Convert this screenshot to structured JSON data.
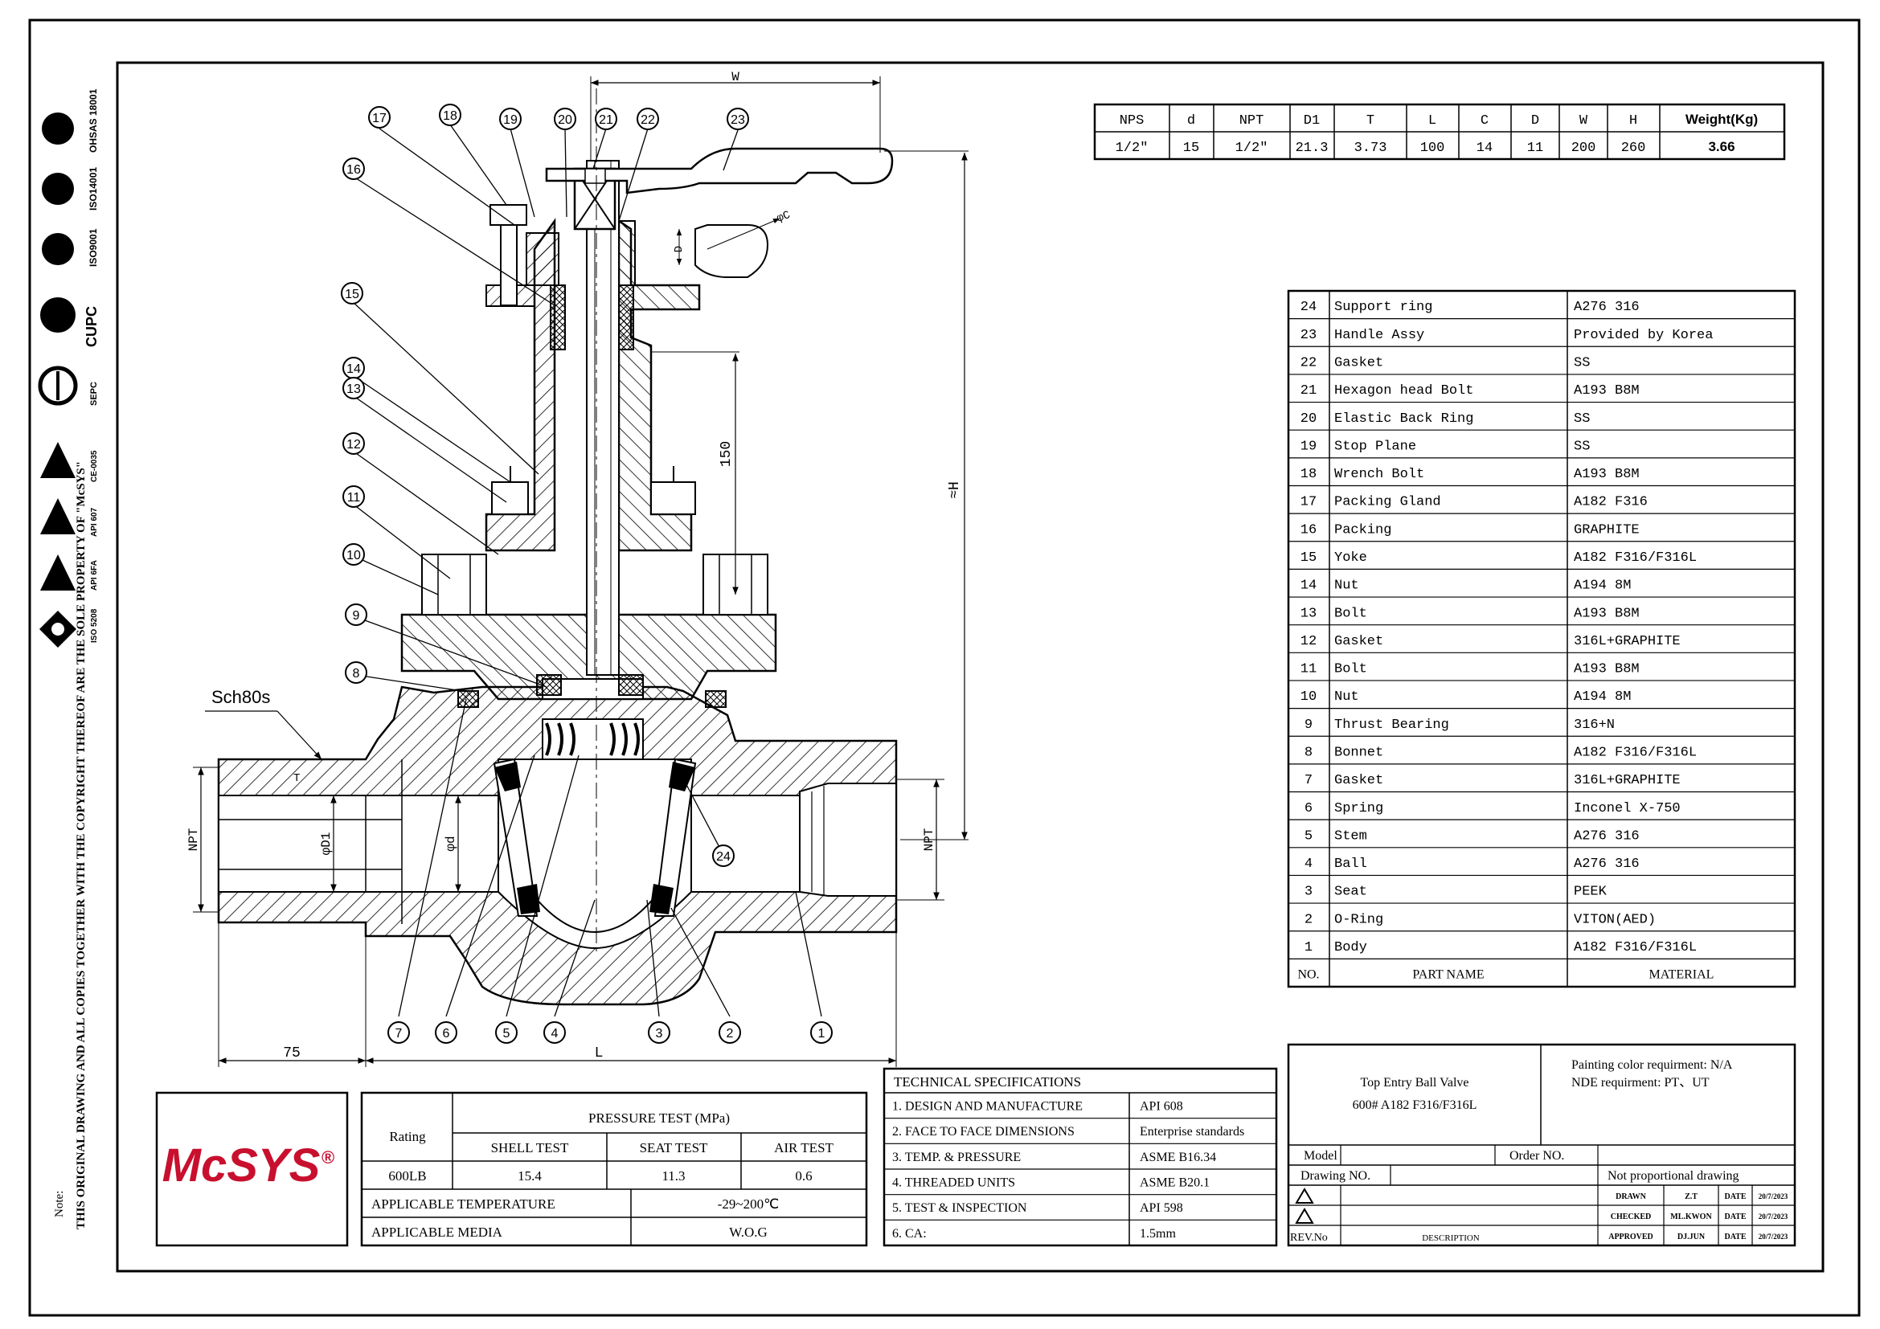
{
  "side_note": {
    "label": "Note:",
    "text": "THIS ORIGINAL DRAWING AND ALL COPIES TOGETHER WITH THE COPYRIGHT THEREOF ARE THE SOLE PROPERTY OF \"McSYS\""
  },
  "certifications": [
    "OHSAS 18001",
    "ISO14001",
    "ISO9001",
    "CUPC",
    "SEPC",
    "CE-0035",
    "API 607",
    "API 6FA",
    "ISO 5208"
  ],
  "dimensions_table": {
    "headers": [
      "NPS",
      "d",
      "NPT",
      "D1",
      "T",
      "L",
      "C",
      "D",
      "W",
      "H",
      "Weight(Kg)"
    ],
    "values": [
      "1/2\"",
      "15",
      "1/2\"",
      "21.3",
      "3.73",
      "100",
      "14",
      "11",
      "200",
      "260",
      "3.66"
    ]
  },
  "parts_table": {
    "rows": [
      {
        "no": "24",
        "name": "Support ring",
        "material": "A276 316"
      },
      {
        "no": "23",
        "name": "Handle Assy",
        "material": "Provided by Korea"
      },
      {
        "no": "22",
        "name": "Gasket",
        "material": "SS"
      },
      {
        "no": "21",
        "name": "Hexagon head Bolt",
        "material": "A193 B8M"
      },
      {
        "no": "20",
        "name": "Elastic Back Ring",
        "material": "SS"
      },
      {
        "no": "19",
        "name": "Stop Plane",
        "material": "SS"
      },
      {
        "no": "18",
        "name": "Wrench Bolt",
        "material": "A193 B8M"
      },
      {
        "no": "17",
        "name": "Packing Gland",
        "material": "A182 F316"
      },
      {
        "no": "16",
        "name": "Packing",
        "material": "GRAPHITE"
      },
      {
        "no": "15",
        "name": "Yoke",
        "material": "A182 F316/F316L"
      },
      {
        "no": "14",
        "name": "Nut",
        "material": "A194 8M"
      },
      {
        "no": "13",
        "name": "Bolt",
        "material": "A193 B8M"
      },
      {
        "no": "12",
        "name": "Gasket",
        "material": "316L+GRAPHITE"
      },
      {
        "no": "11",
        "name": "Bolt",
        "material": "A193 B8M"
      },
      {
        "no": "10",
        "name": "Nut",
        "material": "A194 8M"
      },
      {
        "no": "9",
        "name": "Thrust Bearing",
        "material": "316+N"
      },
      {
        "no": "8",
        "name": "Bonnet",
        "material": "A182 F316/F316L"
      },
      {
        "no": "7",
        "name": "Gasket",
        "material": "316L+GRAPHITE"
      },
      {
        "no": "6",
        "name": "Spring",
        "material": "Inconel X-750"
      },
      {
        "no": "5",
        "name": "Stem",
        "material": "A276 316"
      },
      {
        "no": "4",
        "name": "Ball",
        "material": "A276 316"
      },
      {
        "no": "3",
        "name": "Seat",
        "material": "PEEK"
      },
      {
        "no": "2",
        "name": "O-Ring",
        "material": "VITON(AED)"
      },
      {
        "no": "1",
        "name": "Body",
        "material": "A182 F316/F316L"
      }
    ],
    "footer": {
      "no": "NO.",
      "name": "PART NAME",
      "material": "MATERIAL"
    }
  },
  "drawing": {
    "balloons": [
      "17",
      "18",
      "19",
      "20",
      "21",
      "22",
      "23",
      "16",
      "15",
      "14",
      "13",
      "12",
      "11",
      "10",
      "9",
      "8",
      "24",
      "7",
      "6",
      "5",
      "4",
      "3",
      "2",
      "1"
    ],
    "labels": {
      "w": "W",
      "h": "≈H",
      "dim_150": "150",
      "l": "L",
      "dim_75": "75",
      "npt_left": "NPT",
      "npt_right": "NPT",
      "d1": "φD1",
      "d": "φd",
      "sch": "Sch80s",
      "c": "φC",
      "dd": "D",
      "t": "T"
    }
  },
  "logo": {
    "text": "McSYS",
    "mark": "®",
    "color": "#c8102e"
  },
  "pressure_table": {
    "rating_label": "Rating",
    "title": "PRESSURE TEST (MPa)",
    "cols": [
      "SHELL TEST",
      "SEAT TEST",
      "AIR TEST"
    ],
    "rating": "600LB",
    "values": [
      "15.4",
      "11.3",
      "0.6"
    ],
    "temp_label": "APPLICABLE TEMPERATURE",
    "temp_value": "-29~200℃",
    "media_label": "APPLICABLE MEDIA",
    "media_value": "W.O.G"
  },
  "tech_specs": {
    "title": "TECHNICAL SPECIFICATIONS",
    "rows": [
      {
        "label": "1. DESIGN AND MANUFACTURE",
        "value": "API 608"
      },
      {
        "label": "2. FACE TO FACE DIMENSIONS",
        "value": "Enterprise standards"
      },
      {
        "label": "3. TEMP. & PRESSURE",
        "value": "ASME B16.34"
      },
      {
        "label": "4. THREADED UNITS",
        "value": "ASME B20.1"
      },
      {
        "label": "5. TEST & INSPECTION",
        "value": "API 598"
      },
      {
        "label": "6. CA:",
        "value": "1.5mm"
      }
    ]
  },
  "title_block": {
    "title_line1": "Top Entry Ball Valve",
    "title_line2": "600#  A182 F316/F316L",
    "painting": "Painting color requirment: N/A",
    "nde": "NDE requirment: PT、UT",
    "model_label": "Model",
    "order_label": "Order NO.",
    "drawing_no_label": "Drawing NO.",
    "proportional": "Not proportional drawing",
    "rev_label": "REV.No",
    "desc_label": "DESCRIPTION",
    "sign_rows": [
      {
        "role": "DRAWN",
        "name": "Z.T",
        "date_label": "DATE",
        "date": "20/7/2023"
      },
      {
        "role": "CHECKED",
        "name": "ML.KWON",
        "date_label": "DATE",
        "date": "20/7/2023"
      },
      {
        "role": "APPROVED",
        "name": "DJ.JUN",
        "date_label": "DATE",
        "date": "20/7/2023"
      }
    ]
  }
}
